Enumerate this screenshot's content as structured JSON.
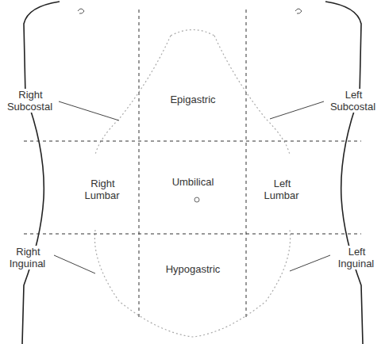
{
  "diagram": {
    "labels": [
      "Right Subcostal",
      "Epigastric",
      "Left Subcostal",
      "Right Lumbar",
      "Umbilical",
      "Left Lumbar",
      "Right Inguinal",
      "Hypogastric",
      "Left Inguinal"
    ]
  }
}
